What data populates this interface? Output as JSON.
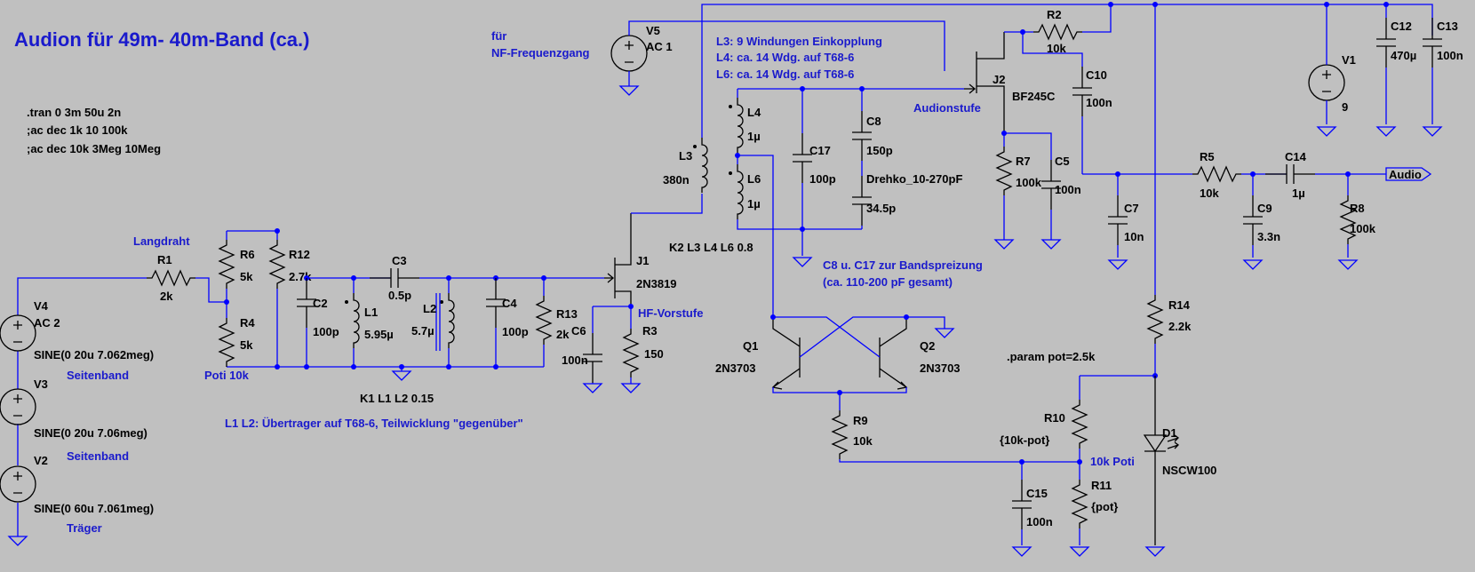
{
  "title": "Audion für 49m- 40m-Band (ca.)",
  "directives": [
    ".tran 0 3m 50u 2n",
    ";ac dec 1k 10 100k",
    ";ac dec 10k 3Meg 10Meg"
  ],
  "comments": {
    "langdraht": "Langdraht",
    "poti10k": "Poti 10k",
    "seitenband1": "Seitenband",
    "seitenband2": "Seitenband",
    "traeger": "Träger",
    "l1l2_note": "L1 L2: Übertrager auf T68-6, Teilwicklung \"gegenüber\"",
    "hf_vorstufe": "HF-Vorstufe",
    "fuer": "für",
    "nf_freq": "NF-Frequenzgang",
    "l3_note": "L3: 9 Windungen Einkopplung",
    "l4_note": "L4: ca. 14 Wdg. auf T68-6",
    "l6_note": "L6: ca. 14 Wdg. auf T68-6",
    "audionstufe": "Audionstufe",
    "c8_note1": "C8 u. C17 zur Bandspreizung",
    "c8_note2": "(ca. 110-200 pF gesamt)",
    "poti10k_b": "10k Poti"
  },
  "components": {
    "V4": {
      "name": "V4",
      "value": "AC 2",
      "extra": "SINE(0 20u 7.062meg)"
    },
    "V3": {
      "name": "V3",
      "extra": "SINE(0 20u 7.06meg)"
    },
    "V2": {
      "name": "V2",
      "extra": "SINE(0 60u 7.061meg)"
    },
    "R1": {
      "name": "R1",
      "value": "2k"
    },
    "R6": {
      "name": "R6",
      "value": "5k"
    },
    "R4": {
      "name": "R4",
      "value": "5k"
    },
    "R12": {
      "name": "R12",
      "value": "2.7k"
    },
    "C2": {
      "name": "C2",
      "value": "100p"
    },
    "L1": {
      "name": "L1",
      "value": "5.95µ"
    },
    "C3": {
      "name": "C3",
      "value": "0.5p"
    },
    "L2": {
      "name": "L2",
      "value": "5.7µ"
    },
    "C4": {
      "name": "C4",
      "value": "100p"
    },
    "R13": {
      "name": "R13",
      "value": "2k"
    },
    "K1": {
      "text": "K1 L1 L2 0.15"
    },
    "C6": {
      "name": "C6",
      "value": "100n"
    },
    "R3": {
      "name": "R3",
      "value": "150"
    },
    "J1": {
      "name": "J1",
      "value": "2N3819"
    },
    "L3": {
      "name": "L3",
      "value": "380n"
    },
    "V5": {
      "name": "V5",
      "value": "AC 1"
    },
    "L4": {
      "name": "L4",
      "value": "1µ"
    },
    "L6": {
      "name": "L6",
      "value": "1µ"
    },
    "K2": {
      "text": "K2 L3 L4 L6 0.8"
    },
    "C17": {
      "name": "C17",
      "value": "100p"
    },
    "C8": {
      "name": "C8",
      "value": "150p",
      "extra": "Drehko_10-270pF",
      "extra2": "34.5p"
    },
    "J2": {
      "name": "J2",
      "value": "BF245C"
    },
    "R2": {
      "name": "R2",
      "value": "10k"
    },
    "C10": {
      "name": "C10",
      "value": "100n"
    },
    "R7": {
      "name": "R7",
      "value": "100k"
    },
    "C5": {
      "name": "C5",
      "value": "100n"
    },
    "C7": {
      "name": "C7",
      "value": "10n"
    },
    "R5": {
      "name": "R5",
      "value": "10k"
    },
    "C9": {
      "name": "C9",
      "value": "3.3n"
    },
    "C14": {
      "name": "C14",
      "value": "1µ"
    },
    "R8": {
      "name": "R8",
      "value": "100k"
    },
    "V1": {
      "name": "V1",
      "value": "9"
    },
    "C12": {
      "name": "C12",
      "value": "470µ"
    },
    "C13": {
      "name": "C13",
      "value": "100n"
    },
    "Q1": {
      "name": "Q1",
      "value": "2N3703"
    },
    "Q2": {
      "name": "Q2",
      "value": "2N3703"
    },
    "R9": {
      "name": "R9",
      "value": "10k"
    },
    "R14": {
      "name": "R14",
      "value": "2.2k"
    },
    "param": {
      "text": ".param pot=2.5k"
    },
    "R10": {
      "name": "R10",
      "value": "{10k-pot}"
    },
    "R11": {
      "name": "R11",
      "value": "{pot}"
    },
    "C15": {
      "name": "C15",
      "value": "100n"
    },
    "D1": {
      "name": "D1",
      "value": "NSCW100"
    }
  },
  "output_label": "Audio",
  "colors": {
    "background": "#c0c0c0",
    "wire": "#0000ff",
    "component": "#000000",
    "comment": "#1a1acc"
  }
}
